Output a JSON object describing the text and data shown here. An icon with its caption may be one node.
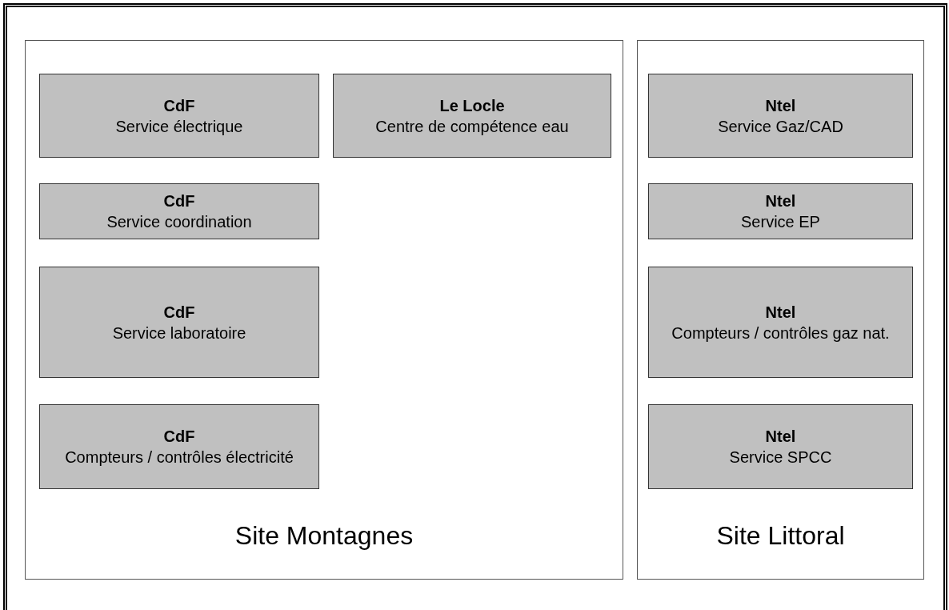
{
  "diagram": {
    "nodes": [
      {
        "text": [
          "Site Montagnes"
        ]
      },
      {
        "text": [
          "CdF",
          "Service électrique"
        ],
        "in": 0
      },
      {
        "text": [
          "Le Locle",
          "Centre de compétence eau"
        ],
        "in": 0
      },
      {
        "text": [
          "CdF",
          "Service coordination"
        ],
        "in": 0
      },
      {
        "text": [
          "CdF",
          "Service laboratoire"
        ],
        "in": 0
      },
      {
        "text": [
          "CdF",
          "Compteurs / contrôles électricité"
        ],
        "in": 0
      },
      {
        "text": [
          "Site Littoral"
        ]
      },
      {
        "text": [
          "Ntel",
          "Service Gaz/CAD"
        ],
        "in": 6
      },
      {
        "text": [
          "Ntel",
          "Service EP"
        ],
        "in": 6
      },
      {
        "text": [
          "Ntel",
          "Compteurs / contrôles gaz nat."
        ],
        "in": 6
      },
      {
        "text": [
          "Ntel",
          "Service SPCC"
        ],
        "in": 6
      }
    ]
  }
}
